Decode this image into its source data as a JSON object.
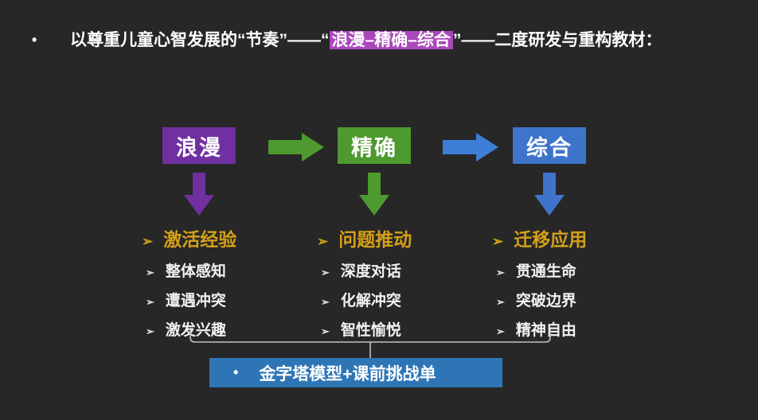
{
  "title": {
    "bullet": "•",
    "prefix": "以尊重儿童心智发展的“节奏”——“",
    "highlight": "浪漫–精确–综合",
    "suffix": "”——二度研发与重构教材：",
    "highlight_bg": "#AB47BC"
  },
  "stages": [
    {
      "label": "浪漫",
      "color": "#7030A0",
      "heading": "激活经验",
      "items": [
        "整体感知",
        "遭遇冲突",
        "激发兴趣"
      ]
    },
    {
      "label": "精确",
      "color": "#4E9A2E",
      "heading": "问题推动",
      "items": [
        "深度对话",
        "化解冲突",
        "智性愉悦"
      ]
    },
    {
      "label": "综合",
      "color": "#3E74C9",
      "heading": "迁移应用",
      "items": [
        "贯通生命",
        "突破边界",
        "精神自由"
      ]
    }
  ],
  "flow_arrows": [
    {
      "name": "romance-to-precision",
      "color": "#4E9A2E"
    },
    {
      "name": "precision-to-synthesis",
      "color": "#3E7ED8"
    }
  ],
  "list_marker": "➢",
  "heading_color": "#D4A017",
  "banner": {
    "bullet": "•",
    "label": "金字塔模型+课前挑战单",
    "bg": "#2E75B6"
  }
}
